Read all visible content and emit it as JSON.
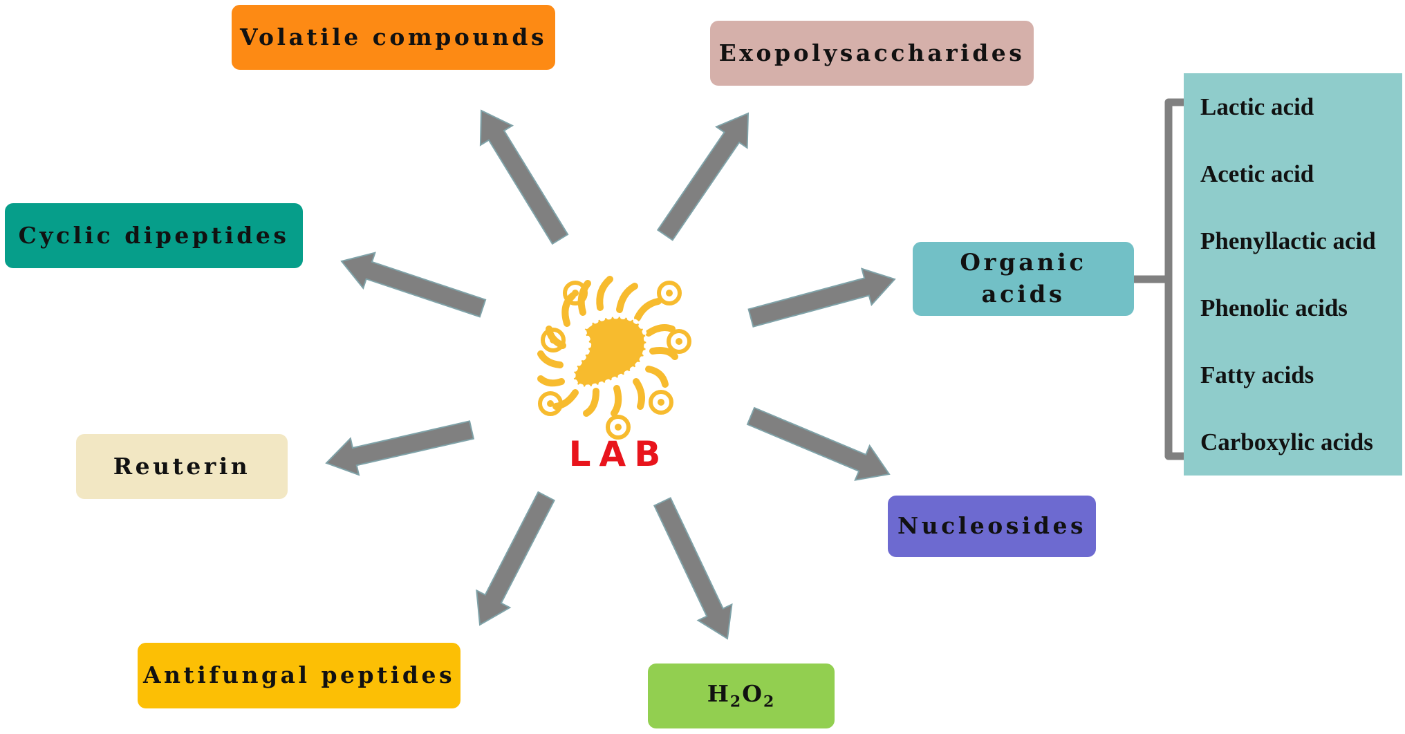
{
  "center": {
    "label": "LAB",
    "icon": "bacterium-icon",
    "label_color": "#e8141c"
  },
  "products": {
    "volatile": {
      "label": "Volatile compounds",
      "color": "#fd8a14"
    },
    "exopoly": {
      "label": "Exopolysaccharides",
      "color": "#d5b0aa"
    },
    "cyclic": {
      "label": "Cyclic dipeptides",
      "color": "#069e8a"
    },
    "organic": {
      "label_line1": "Organic",
      "label_line2": "acids",
      "color": "#72c0c6"
    },
    "reuterin": {
      "label": "Reuterin",
      "color": "#f2e7c3"
    },
    "nucleosides": {
      "label": "Nucleosides",
      "color": "#6d6ad0"
    },
    "antifungal": {
      "label": "Antifungal peptides",
      "color": "#fcbf05"
    },
    "h2o2": {
      "label_h": "H",
      "label_sub1": "2",
      "label_o": "O",
      "label_sub2": "2",
      "color": "#92cf50"
    }
  },
  "organic_acids": {
    "panel_color": "#8fcccb",
    "items": [
      "Lactic acid",
      "Acetic acid",
      "Phenyllactic acid",
      "Phenolic acids",
      "Fatty acids",
      "Carboxylic acids"
    ]
  },
  "arrow_color": "#808080",
  "bracket_color": "#808080"
}
